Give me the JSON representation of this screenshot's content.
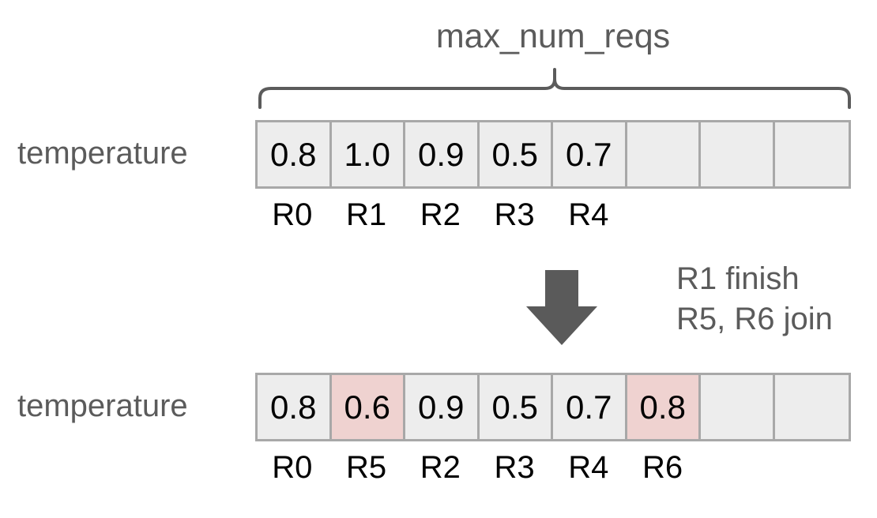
{
  "diagram": {
    "brace_caption": "max_num_reqs",
    "arrow_icon": "down-arrow-icon",
    "note": {
      "line1": "R1 finish",
      "line2": "R5, R6 join"
    },
    "colors": {
      "cell_fill": "#ededed",
      "cell_border": "#a8a8a8",
      "highlight_fill": "#efd2d0",
      "gray_text": "#5b5b5b",
      "black_text": "#000000",
      "arrow_fill": "#5a5a5a",
      "brace_stroke": "#5b5b5b"
    },
    "states": [
      {
        "label": "temperature",
        "slots": 8,
        "cells": [
          {
            "value": "0.8",
            "index": "R0",
            "highlight": false,
            "empty": false
          },
          {
            "value": "1.0",
            "index": "R1",
            "highlight": false,
            "empty": false
          },
          {
            "value": "0.9",
            "index": "R2",
            "highlight": false,
            "empty": false
          },
          {
            "value": "0.5",
            "index": "R3",
            "highlight": false,
            "empty": false
          },
          {
            "value": "0.7",
            "index": "R4",
            "highlight": false,
            "empty": false
          },
          {
            "value": "",
            "index": "",
            "highlight": false,
            "empty": true
          },
          {
            "value": "",
            "index": "",
            "highlight": false,
            "empty": true
          },
          {
            "value": "",
            "index": "",
            "highlight": false,
            "empty": true
          }
        ]
      },
      {
        "label": "temperature",
        "slots": 8,
        "cells": [
          {
            "value": "0.8",
            "index": "R0",
            "highlight": false,
            "empty": false
          },
          {
            "value": "0.6",
            "index": "R5",
            "highlight": true,
            "empty": false
          },
          {
            "value": "0.9",
            "index": "R2",
            "highlight": false,
            "empty": false
          },
          {
            "value": "0.5",
            "index": "R3",
            "highlight": false,
            "empty": false
          },
          {
            "value": "0.7",
            "index": "R4",
            "highlight": false,
            "empty": false
          },
          {
            "value": "0.8",
            "index": "R6",
            "highlight": true,
            "empty": false
          },
          {
            "value": "",
            "index": "",
            "highlight": false,
            "empty": true
          },
          {
            "value": "",
            "index": "",
            "highlight": false,
            "empty": true
          }
        ]
      }
    ]
  }
}
